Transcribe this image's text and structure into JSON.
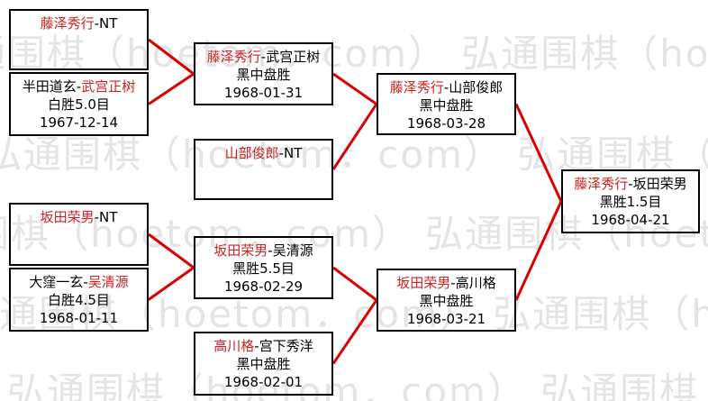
{
  "colors": {
    "line": "#dd0000",
    "winner_name": "#cc2222",
    "border": "#000000",
    "watermark": "#e4e4e4"
  },
  "watermark": {
    "line": "弘通围棋（hoetom．com） 弘通围棋（hoetom．com）"
  },
  "matches": {
    "a1": {
      "p1": "藤泽秀行",
      "sep": "-",
      "p2": "NT",
      "result": "",
      "date": "",
      "red": "p1"
    },
    "a2": {
      "p1": "半田道玄",
      "sep": "-",
      "p2": "武宫正树",
      "result": "白胜5.0目",
      "date": "1967-12-14",
      "red": "p2"
    },
    "a3": {
      "p1": "坂田荣男",
      "sep": "-",
      "p2": "NT",
      "result": "",
      "date": "",
      "red": "p1"
    },
    "a4": {
      "p1": "大窪一玄",
      "sep": "-",
      "p2": "吴清源",
      "result": "白胜4.5目",
      "date": "1968-01-11",
      "red": "p2"
    },
    "b1": {
      "p1": "藤泽秀行",
      "sep": "-",
      "p2": "武宫正树",
      "result": "黑中盘胜",
      "date": "1968-01-31",
      "red": "p1"
    },
    "b2": {
      "p1": "山部俊郎",
      "sep": "-",
      "p2": "NT",
      "result": "",
      "date": "",
      "red": "p1"
    },
    "b3": {
      "p1": "坂田荣男",
      "sep": "-",
      "p2": "吴清源",
      "result": "黑胜5.5目",
      "date": "1968-02-29",
      "red": "p1"
    },
    "b4": {
      "p1": "高川格",
      "sep": "-",
      "p2": "宫下秀洋",
      "result": "黑中盘胜",
      "date": "1968-02-01",
      "red": "p1"
    },
    "c1": {
      "p1": "藤泽秀行",
      "sep": "-",
      "p2": "山部俊郎",
      "result": "黑中盘胜",
      "date": "1968-03-28",
      "red": "p1"
    },
    "c2": {
      "p1": "坂田荣男",
      "sep": "-",
      "p2": "高川格",
      "result": "黑中盘胜",
      "date": "1968-03-21",
      "red": "p1"
    },
    "d1": {
      "p1": "藤泽秀行",
      "sep": "-",
      "p2": "坂田荣男",
      "result": "黑胜1.5目",
      "date": "1968-04-21",
      "red": "p1"
    }
  },
  "edges": [
    {
      "from": "a1",
      "to": "b1"
    },
    {
      "from": "a2",
      "to": "b1"
    },
    {
      "from": "b1",
      "to": "c1"
    },
    {
      "from": "b2",
      "to": "c1"
    },
    {
      "from": "a3",
      "to": "b3"
    },
    {
      "from": "a4",
      "to": "b3"
    },
    {
      "from": "b3",
      "to": "c2"
    },
    {
      "from": "b4",
      "to": "c2"
    },
    {
      "from": "c1",
      "to": "d1"
    },
    {
      "from": "c2",
      "to": "d1"
    }
  ]
}
